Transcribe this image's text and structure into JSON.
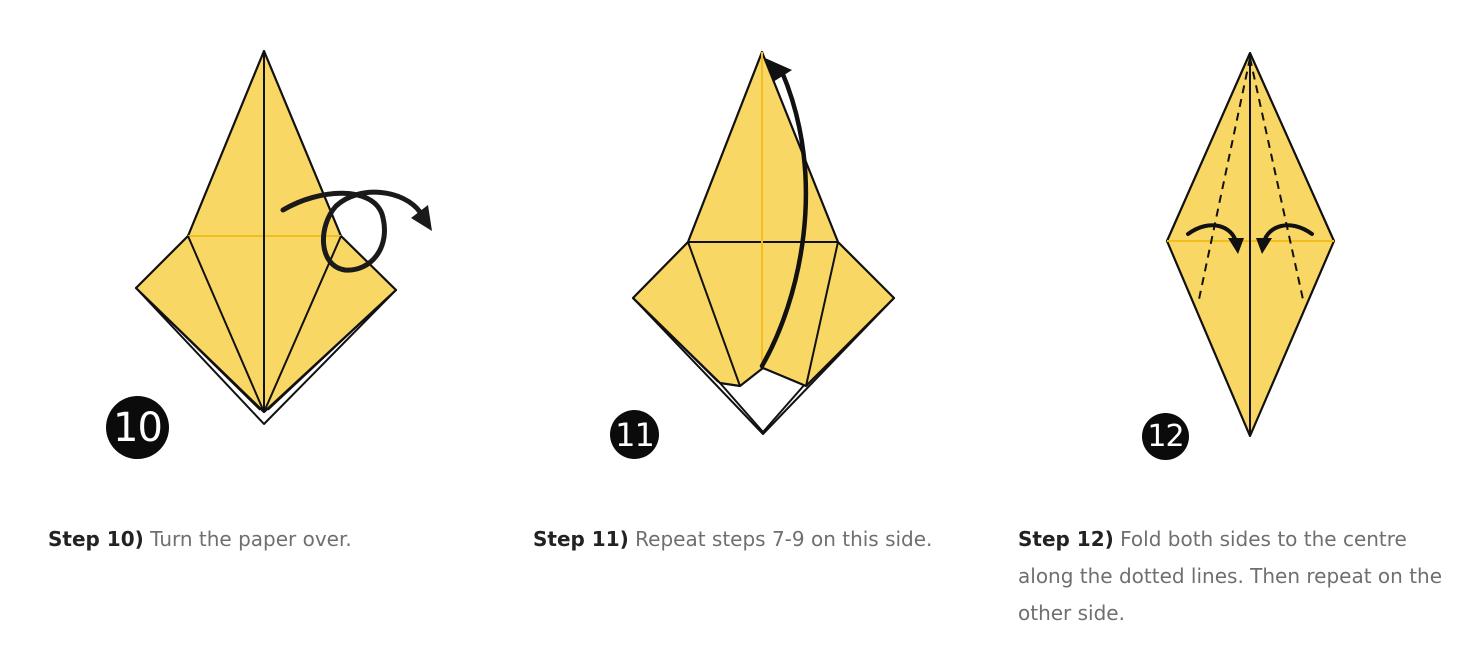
{
  "steps": [
    {
      "number": "10",
      "label": "Step 10)",
      "text": "Turn the paper over."
    },
    {
      "number": "11",
      "label": "Step 11)",
      "text": "Repeat steps 7-9 on this side."
    },
    {
      "number": "12",
      "label": "Step 12)",
      "text": "Fold both sides to the centre along the dotted lines. Then repeat on the other side."
    }
  ],
  "colors": {
    "paper": "#F9D765",
    "crease_guide": "#F2BE1E",
    "outline": "#111111",
    "badge": "#0B0B0B",
    "caption_label": "#222222",
    "caption_text": "#6F6F6F"
  },
  "icons": [
    "turn-over-arrow-icon",
    "fold-up-arrow-icon",
    "fold-in-arrow-left-icon",
    "fold-in-arrow-right-icon"
  ]
}
